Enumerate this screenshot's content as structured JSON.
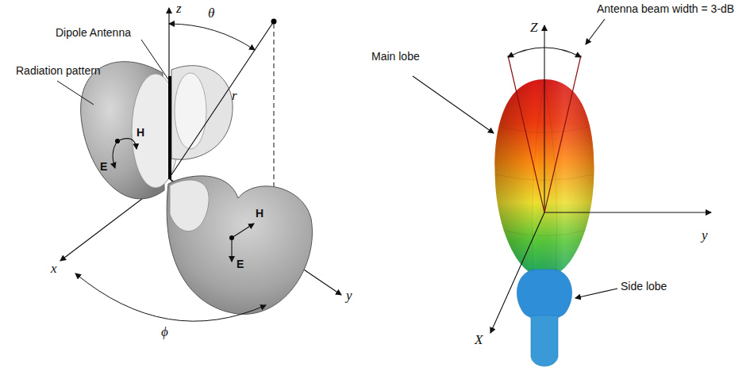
{
  "diagram": {
    "labels": [
      "z",
      "θ",
      "Dipole Antenna",
      "Radiation pattern",
      "r",
      "H",
      "E",
      "H",
      "E",
      "x",
      "y",
      "ϕ",
      "Antenna beam width = 3-dB",
      "Main lobe",
      "Z",
      "y",
      "Side lobe",
      "X"
    ]
  }
}
